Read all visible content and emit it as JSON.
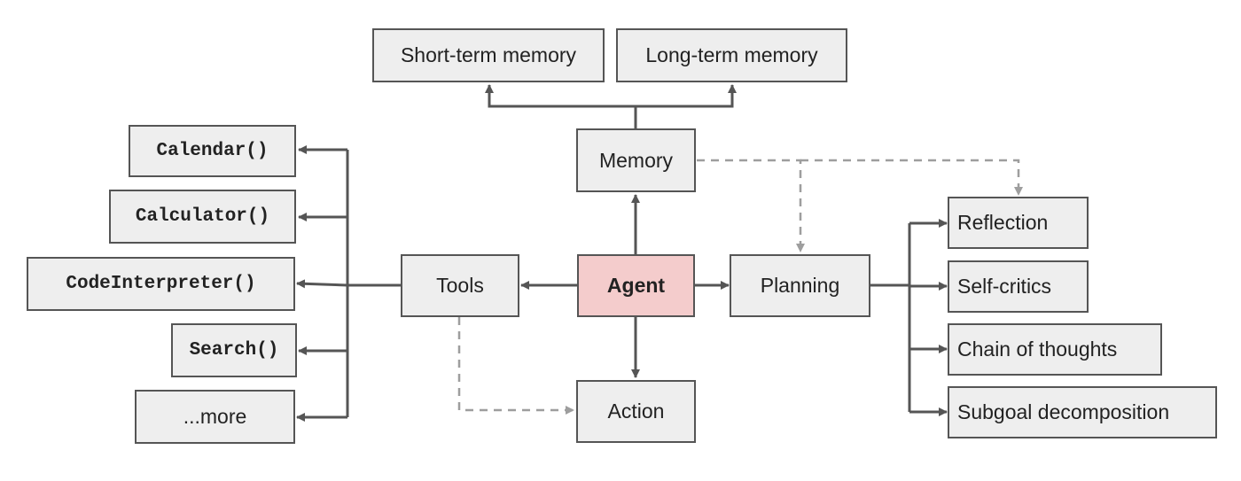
{
  "nodes": {
    "short_term_memory": "Short-term memory",
    "long_term_memory": "Long-term memory",
    "memory": "Memory",
    "tools": "Tools",
    "agent": "Agent",
    "planning": "Planning",
    "action": "Action",
    "calendar": "Calendar()",
    "calculator": "Calculator()",
    "code_interpreter": "CodeInterpreter()",
    "search": "Search()",
    "more": "...more",
    "reflection": "Reflection",
    "self_critics": "Self-critics",
    "chain_of_thoughts": "Chain of thoughts",
    "subgoal_decomposition": "Subgoal decomposition"
  },
  "edges": [
    {
      "from": "memory",
      "to": "short_term_memory",
      "style": "solid"
    },
    {
      "from": "memory",
      "to": "long_term_memory",
      "style": "solid"
    },
    {
      "from": "agent",
      "to": "memory",
      "style": "solid"
    },
    {
      "from": "agent",
      "to": "tools",
      "style": "solid"
    },
    {
      "from": "agent",
      "to": "planning",
      "style": "solid"
    },
    {
      "from": "agent",
      "to": "action",
      "style": "solid"
    },
    {
      "from": "tools",
      "to": "calendar",
      "style": "solid"
    },
    {
      "from": "tools",
      "to": "calculator",
      "style": "solid"
    },
    {
      "from": "tools",
      "to": "code_interpreter",
      "style": "solid"
    },
    {
      "from": "tools",
      "to": "search",
      "style": "solid"
    },
    {
      "from": "tools",
      "to": "more",
      "style": "solid"
    },
    {
      "from": "planning",
      "to": "reflection",
      "style": "solid"
    },
    {
      "from": "planning",
      "to": "self_critics",
      "style": "solid"
    },
    {
      "from": "planning",
      "to": "chain_of_thoughts",
      "style": "solid"
    },
    {
      "from": "planning",
      "to": "subgoal_decomposition",
      "style": "solid"
    },
    {
      "from": "memory",
      "to": "planning",
      "style": "dashed"
    },
    {
      "from": "memory",
      "to": "reflection",
      "style": "dashed"
    },
    {
      "from": "tools",
      "to": "action",
      "style": "dashed"
    }
  ],
  "colors": {
    "node_fill": "#eeeeee",
    "agent_fill": "#f4cccc",
    "border": "#555555",
    "solid_edge": "#555555",
    "dashed_edge": "#9e9e9e"
  }
}
